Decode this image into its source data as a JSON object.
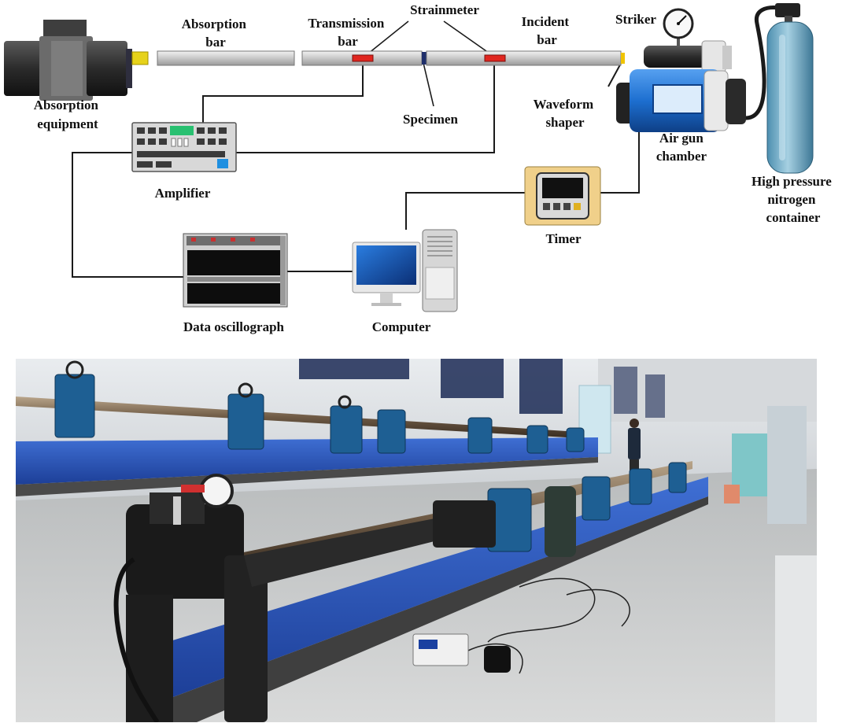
{
  "labels": {
    "absorption_equipment": [
      "Absorption",
      "equipment"
    ],
    "absorption_bar": [
      "Absorption",
      "bar"
    ],
    "transmission_bar": [
      "Transmission",
      "bar"
    ],
    "strainmeter": "Strainmeter",
    "incident_bar": [
      "Incident",
      "bar"
    ],
    "striker": "Striker",
    "specimen": "Specimen",
    "waveform_shaper": [
      "Waveform",
      "shaper"
    ],
    "air_gun_chamber": [
      "Air gun",
      "chamber"
    ],
    "high_pressure_nitrogen_container": [
      "High pressure",
      "nitrogen",
      "container"
    ],
    "amplifier": "Amplifier",
    "timer": "Timer",
    "data_oscillograph": "Data oscillograph",
    "computer": "Computer"
  },
  "colors": {
    "bar_fill": "#d4d4d4",
    "strain_gauge": "#e0261f",
    "specimen": "#1f2f6b",
    "waveform_shaper": "#f0c400",
    "wire": "#1a1a1a",
    "nitrogen_tank": "#7ab0c8",
    "air_gun_blue": "#1d6fd0",
    "photo_rail_blue": "#2450b8"
  },
  "icons": {
    "absorption_equipment": "absorption-equipment-icon",
    "amplifier": "amplifier-icon",
    "data_oscillograph": "oscillograph-icon",
    "computer": "desktop-computer-icon",
    "timer": "timer-icon",
    "striker": "striker-icon",
    "pressure_gauge": "pressure-gauge-icon",
    "air_gun_chamber": "air-gun-icon",
    "nitrogen_container": "gas-cylinder-icon"
  }
}
